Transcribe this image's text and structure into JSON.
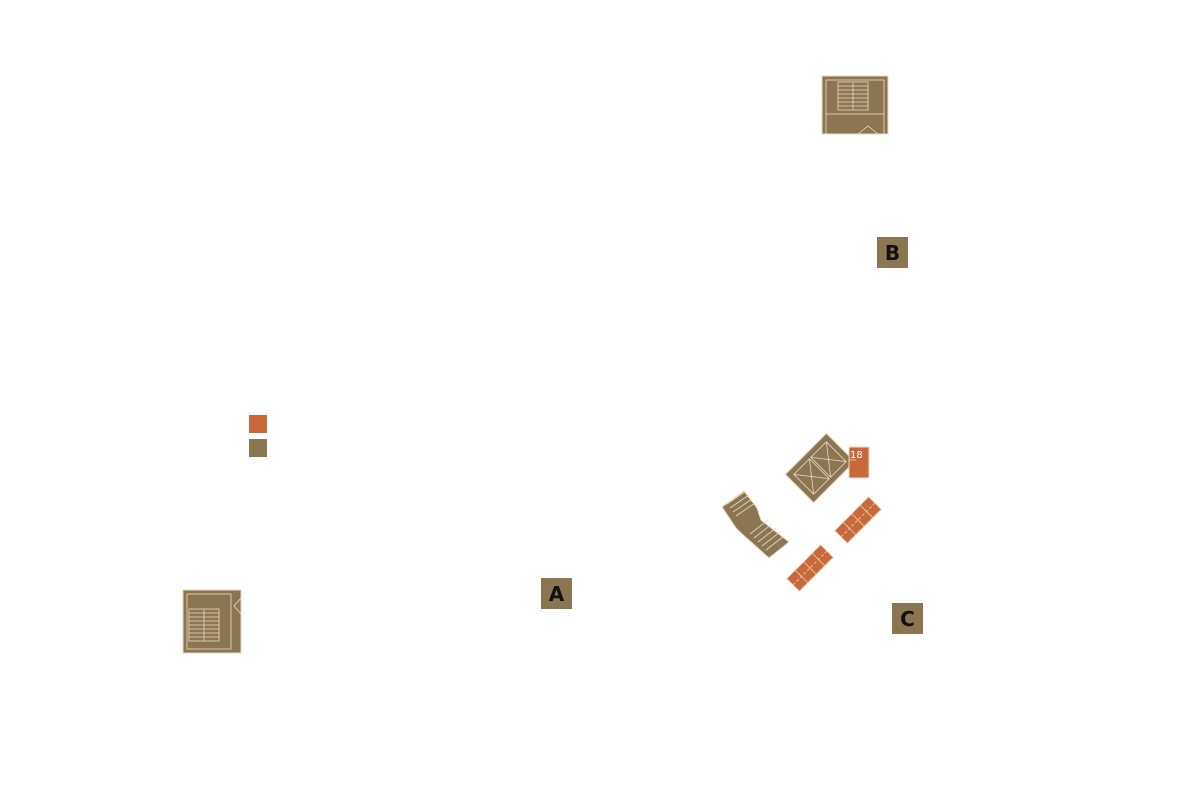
{
  "colors": {
    "core": "#8a7650",
    "unit": "#c9683a",
    "line": "#e8dcc4",
    "background": "#ffffff"
  },
  "legend": {
    "items": [
      {
        "color": "#c9683a",
        "label": ""
      },
      {
        "color": "#8a7650",
        "label": ""
      }
    ]
  },
  "labels": {
    "a": "A",
    "b": "B",
    "c": "C"
  },
  "unit_number": "18",
  "icons": {
    "stair": "stair-icon",
    "elevator": "elevator-icon"
  }
}
